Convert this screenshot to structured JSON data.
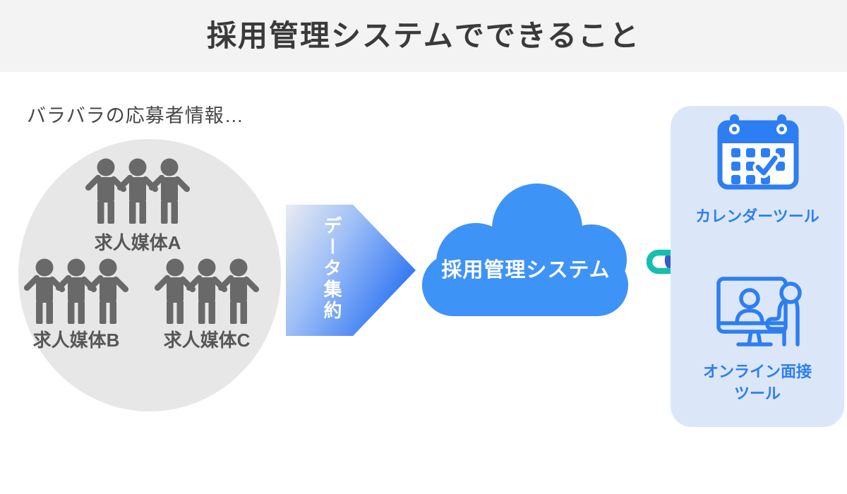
{
  "header": {
    "title": "採用管理システムでできること"
  },
  "left": {
    "caption": "バラバラの応募者情報…",
    "groups": [
      {
        "label": "求人媒体A",
        "icon": "people-group-icon"
      },
      {
        "label": "求人媒体B",
        "icon": "people-group-icon"
      },
      {
        "label": "求人媒体C",
        "icon": "people-group-icon"
      }
    ]
  },
  "arrow": {
    "label": "データ集約"
  },
  "cloud": {
    "label": "採用管理システム",
    "icon": "cloud-icon"
  },
  "link": {
    "icon": "link-icon"
  },
  "tools": {
    "items": [
      {
        "label": "カレンダーツール",
        "icon": "calendar-icon"
      },
      {
        "label_line1": "オンライン面接",
        "label_line2": "ツール",
        "icon": "online-interview-icon"
      }
    ]
  },
  "colors": {
    "header_bg": "#f3f3f3",
    "title_text": "#3a3a3a",
    "circle_bg": "#e7e7e7",
    "people_gray": "#696969",
    "group_label_gray": "#575757",
    "arrow_gradient_start": "#eaecf1",
    "arrow_gradient_end": "#2d74f2",
    "cloud_blue": "#3e93f7",
    "panel_bg": "#dbe7f8",
    "tool_blue": "#2d7ef2",
    "link_teal": "#15bfae",
    "link_blue": "#3a58d0"
  }
}
